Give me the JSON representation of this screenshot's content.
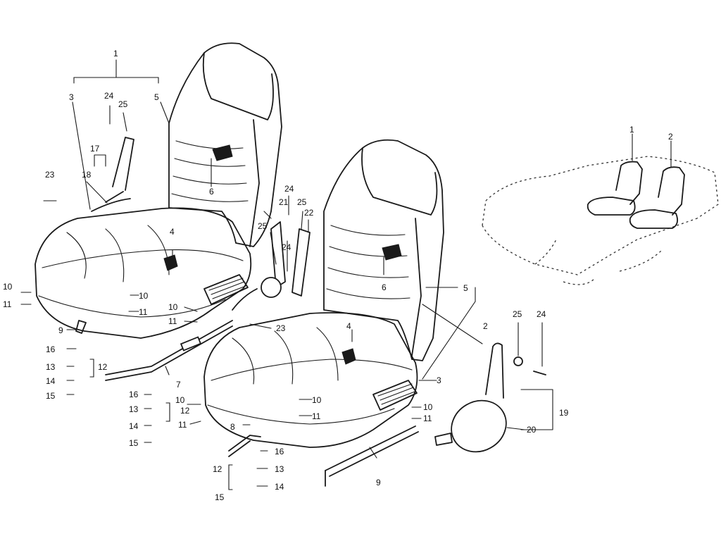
{
  "callouts": {
    "c1": "1",
    "c2": "2",
    "c3": "3",
    "c4": "4",
    "c5": "5",
    "c6": "6",
    "c7": "7",
    "c8": "8",
    "c9": "9",
    "c10": "10",
    "c11": "11",
    "c12": "12",
    "c13": "13",
    "c14": "14",
    "c15": "15",
    "c16": "16",
    "c17": "17",
    "c18": "18",
    "c19": "19",
    "c20": "20",
    "c21": "21",
    "c22": "22",
    "c23": "23",
    "c24": "24",
    "c25": "25"
  },
  "colors": {
    "ink": "#1a1a1a",
    "paper": "#ffffff"
  }
}
